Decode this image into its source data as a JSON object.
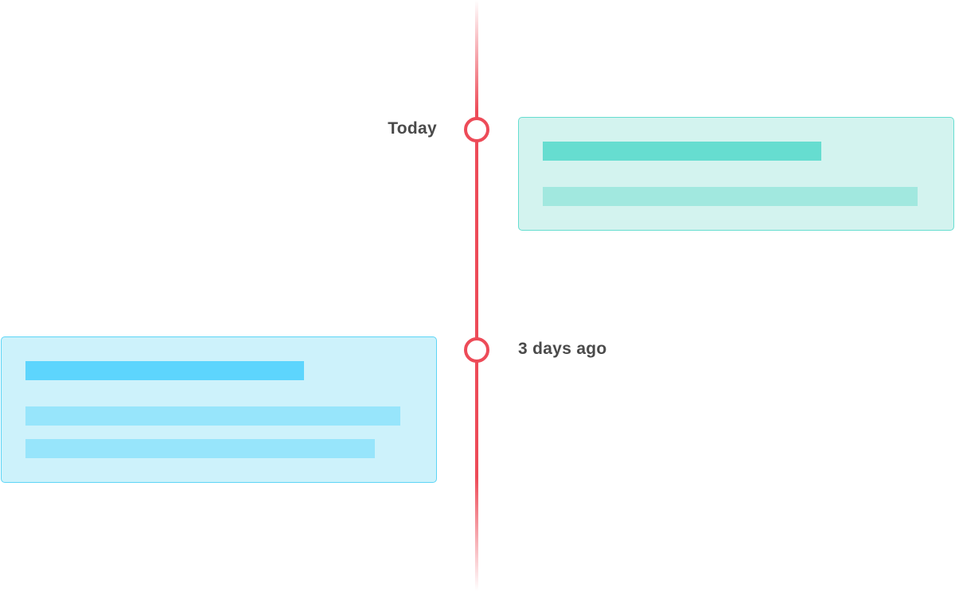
{
  "timeline": {
    "accent_color": "#ed4b58",
    "events": [
      {
        "label": "Today",
        "card_color": "#d3f3ef",
        "card_border_color": "#66ddd0",
        "placeholder_lines": 2
      },
      {
        "label": "3 days ago",
        "card_color": "#cdf2fb",
        "card_border_color": "#5dd5f6",
        "placeholder_lines": 3
      }
    ]
  }
}
